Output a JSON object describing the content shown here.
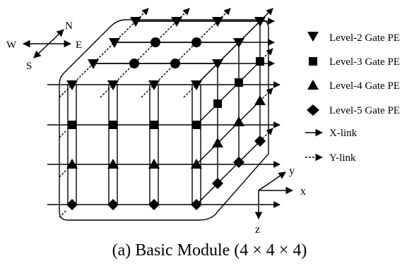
{
  "compass": {
    "north": "N",
    "south": "S",
    "west": "W",
    "east": "E"
  },
  "legend": [
    {
      "shape": "triangle-down",
      "label": "Level-2 Gate PE"
    },
    {
      "shape": "square",
      "label": "Level-3 Gate PE"
    },
    {
      "shape": "triangle-up",
      "label": "Level-4 Gate PE"
    },
    {
      "shape": "diamond",
      "label": "Level-5 Gate PE"
    },
    {
      "shape": "solid-arrow",
      "label": "X-link"
    },
    {
      "shape": "dashed-arrow",
      "label": "Y-link"
    }
  ],
  "axes": {
    "y": "y",
    "x": "x",
    "z": "z"
  },
  "caption": "(a) Basic Module (4 × 4 × 4)"
}
